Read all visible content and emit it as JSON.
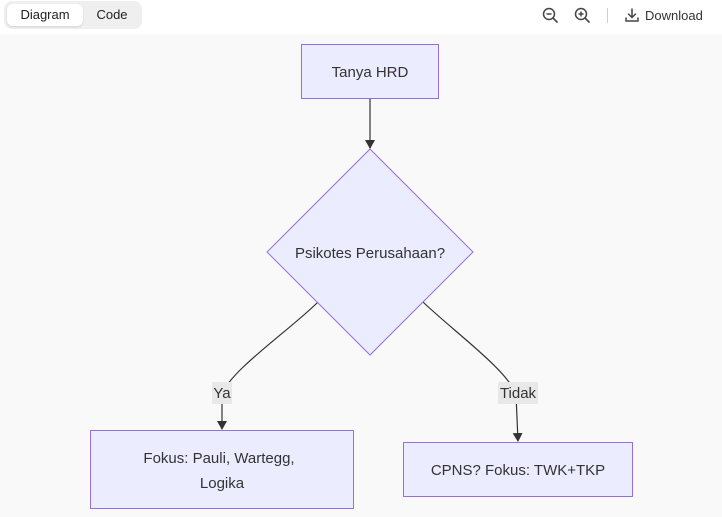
{
  "toolbar": {
    "tabs": [
      {
        "label": "Diagram",
        "active": true
      },
      {
        "label": "Code",
        "active": false
      }
    ],
    "zoom_out_icon": "zoom-out-icon",
    "zoom_in_icon": "zoom-in-icon",
    "download_label": "Download",
    "download_icon": "download-icon"
  },
  "diagram": {
    "nodes": {
      "start": "Tanya HRD",
      "decision": "Psikotes Perusahaan?",
      "yes_line1": "Fokus: Pauli, Wartegg,",
      "yes_line2": "Logika",
      "no": "CPNS? Fokus: TWK+TKP"
    },
    "edges": {
      "yes_label": "Ya",
      "no_label": "Tidak"
    },
    "colors": {
      "node_fill": "#ececff",
      "node_stroke": "#9370db",
      "edge": "#333333"
    }
  }
}
